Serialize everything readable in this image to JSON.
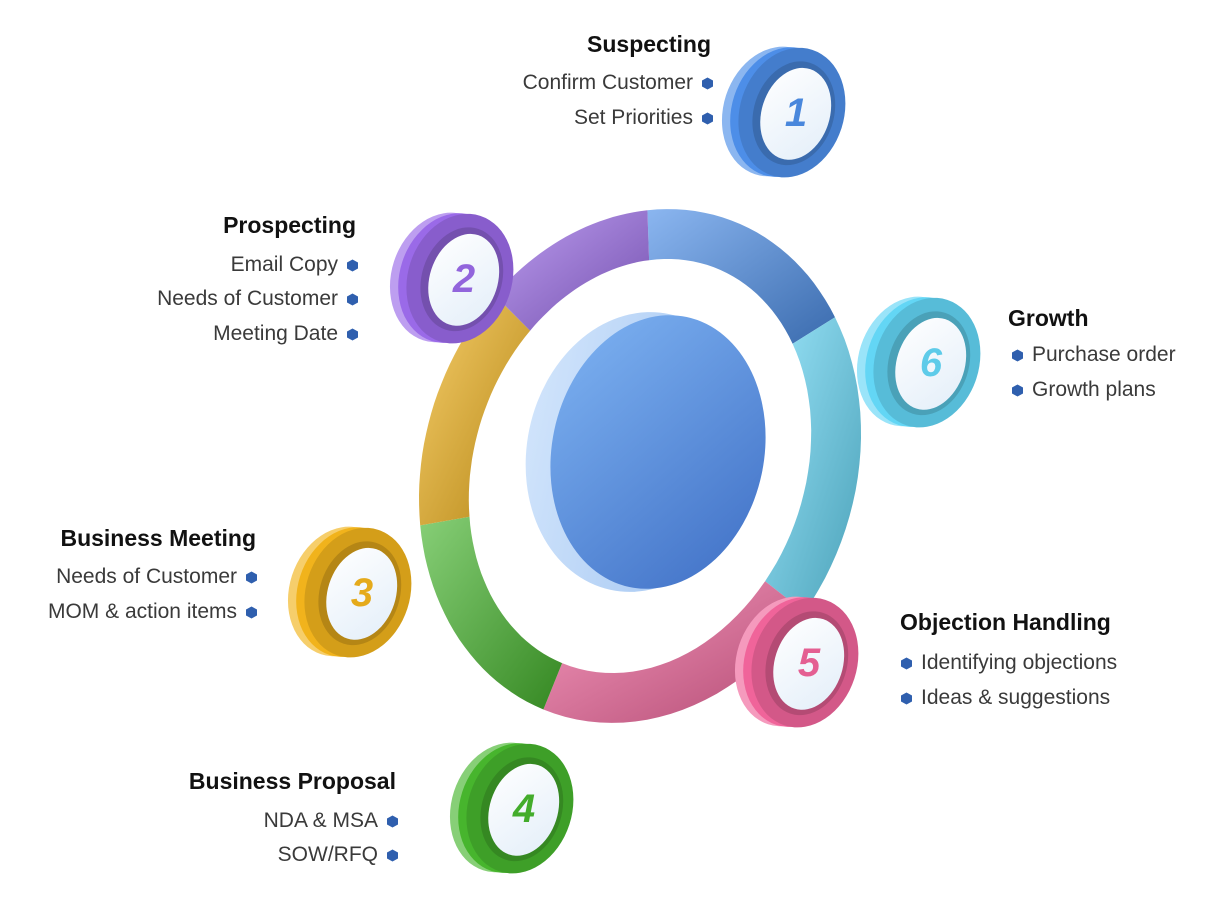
{
  "colors": {
    "bullet": "#2f5fae",
    "s1": "#4d8ee8",
    "s2": "#9a6ae8",
    "s3": "#f1b31c",
    "s4": "#47b52d",
    "s5": "#f0649a",
    "s6": "#63d6f5",
    "center": "#5d92df"
  },
  "stages": [
    {
      "number": "1",
      "title": "Suspecting",
      "items": [
        "Confirm Customer",
        "Set Priorities"
      ]
    },
    {
      "number": "2",
      "title": "Prospecting",
      "items": [
        "Email Copy",
        "Needs of Customer",
        "Meeting Date"
      ]
    },
    {
      "number": "3",
      "title": "Business Meeting",
      "items": [
        "Needs of Customer",
        "MOM & action items"
      ]
    },
    {
      "number": "4",
      "title": "Business Proposal",
      "items": [
        "NDA & MSA",
        "SOW/RFQ"
      ]
    },
    {
      "number": "5",
      "title": "Objection Handling",
      "items": [
        "Identifying objections",
        "Ideas & suggestions"
      ]
    },
    {
      "number": "6",
      "title": "Growth",
      "items": [
        "Purchase order",
        "Growth plans"
      ]
    }
  ]
}
